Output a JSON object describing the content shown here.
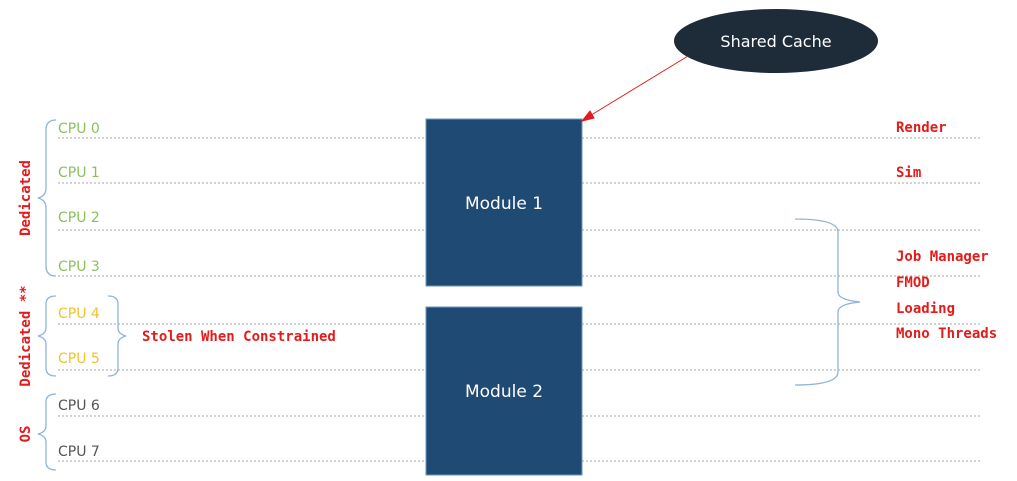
{
  "colors": {
    "dedicated": "#8bbf5c",
    "dedicated_flex": "#f2c12e",
    "os": "#555555",
    "annotation": "#e41b1b",
    "module_fill": "#1f4a73",
    "module_stroke": "#6f95b8",
    "cache_fill": "#1e2b38",
    "bracket_blue": "#8fb3d9",
    "dotted_line": "#a6a6a6"
  },
  "cpus": [
    {
      "label": "CPU 0",
      "group": "dedicated"
    },
    {
      "label": "CPU 1",
      "group": "dedicated"
    },
    {
      "label": "CPU 2",
      "group": "dedicated"
    },
    {
      "label": "CPU 3",
      "group": "dedicated"
    },
    {
      "label": "CPU 4",
      "group": "dedicated_flex"
    },
    {
      "label": "CPU 5",
      "group": "dedicated_flex"
    },
    {
      "label": "CPU 6",
      "group": "os"
    },
    {
      "label": "CPU 7",
      "group": "os"
    }
  ],
  "groups": {
    "dedicated": "Dedicated",
    "dedicated_flex": "Dedicated **",
    "os": "OS"
  },
  "modules": [
    "Module 1",
    "Module 2"
  ],
  "shared_cache": "Shared Cache",
  "stolen_note": "Stolen When Constrained",
  "threads": {
    "render": "Render",
    "sim": "Sim",
    "pool": [
      "Job Manager",
      "FMOD",
      "Loading",
      "Mono Threads"
    ]
  }
}
